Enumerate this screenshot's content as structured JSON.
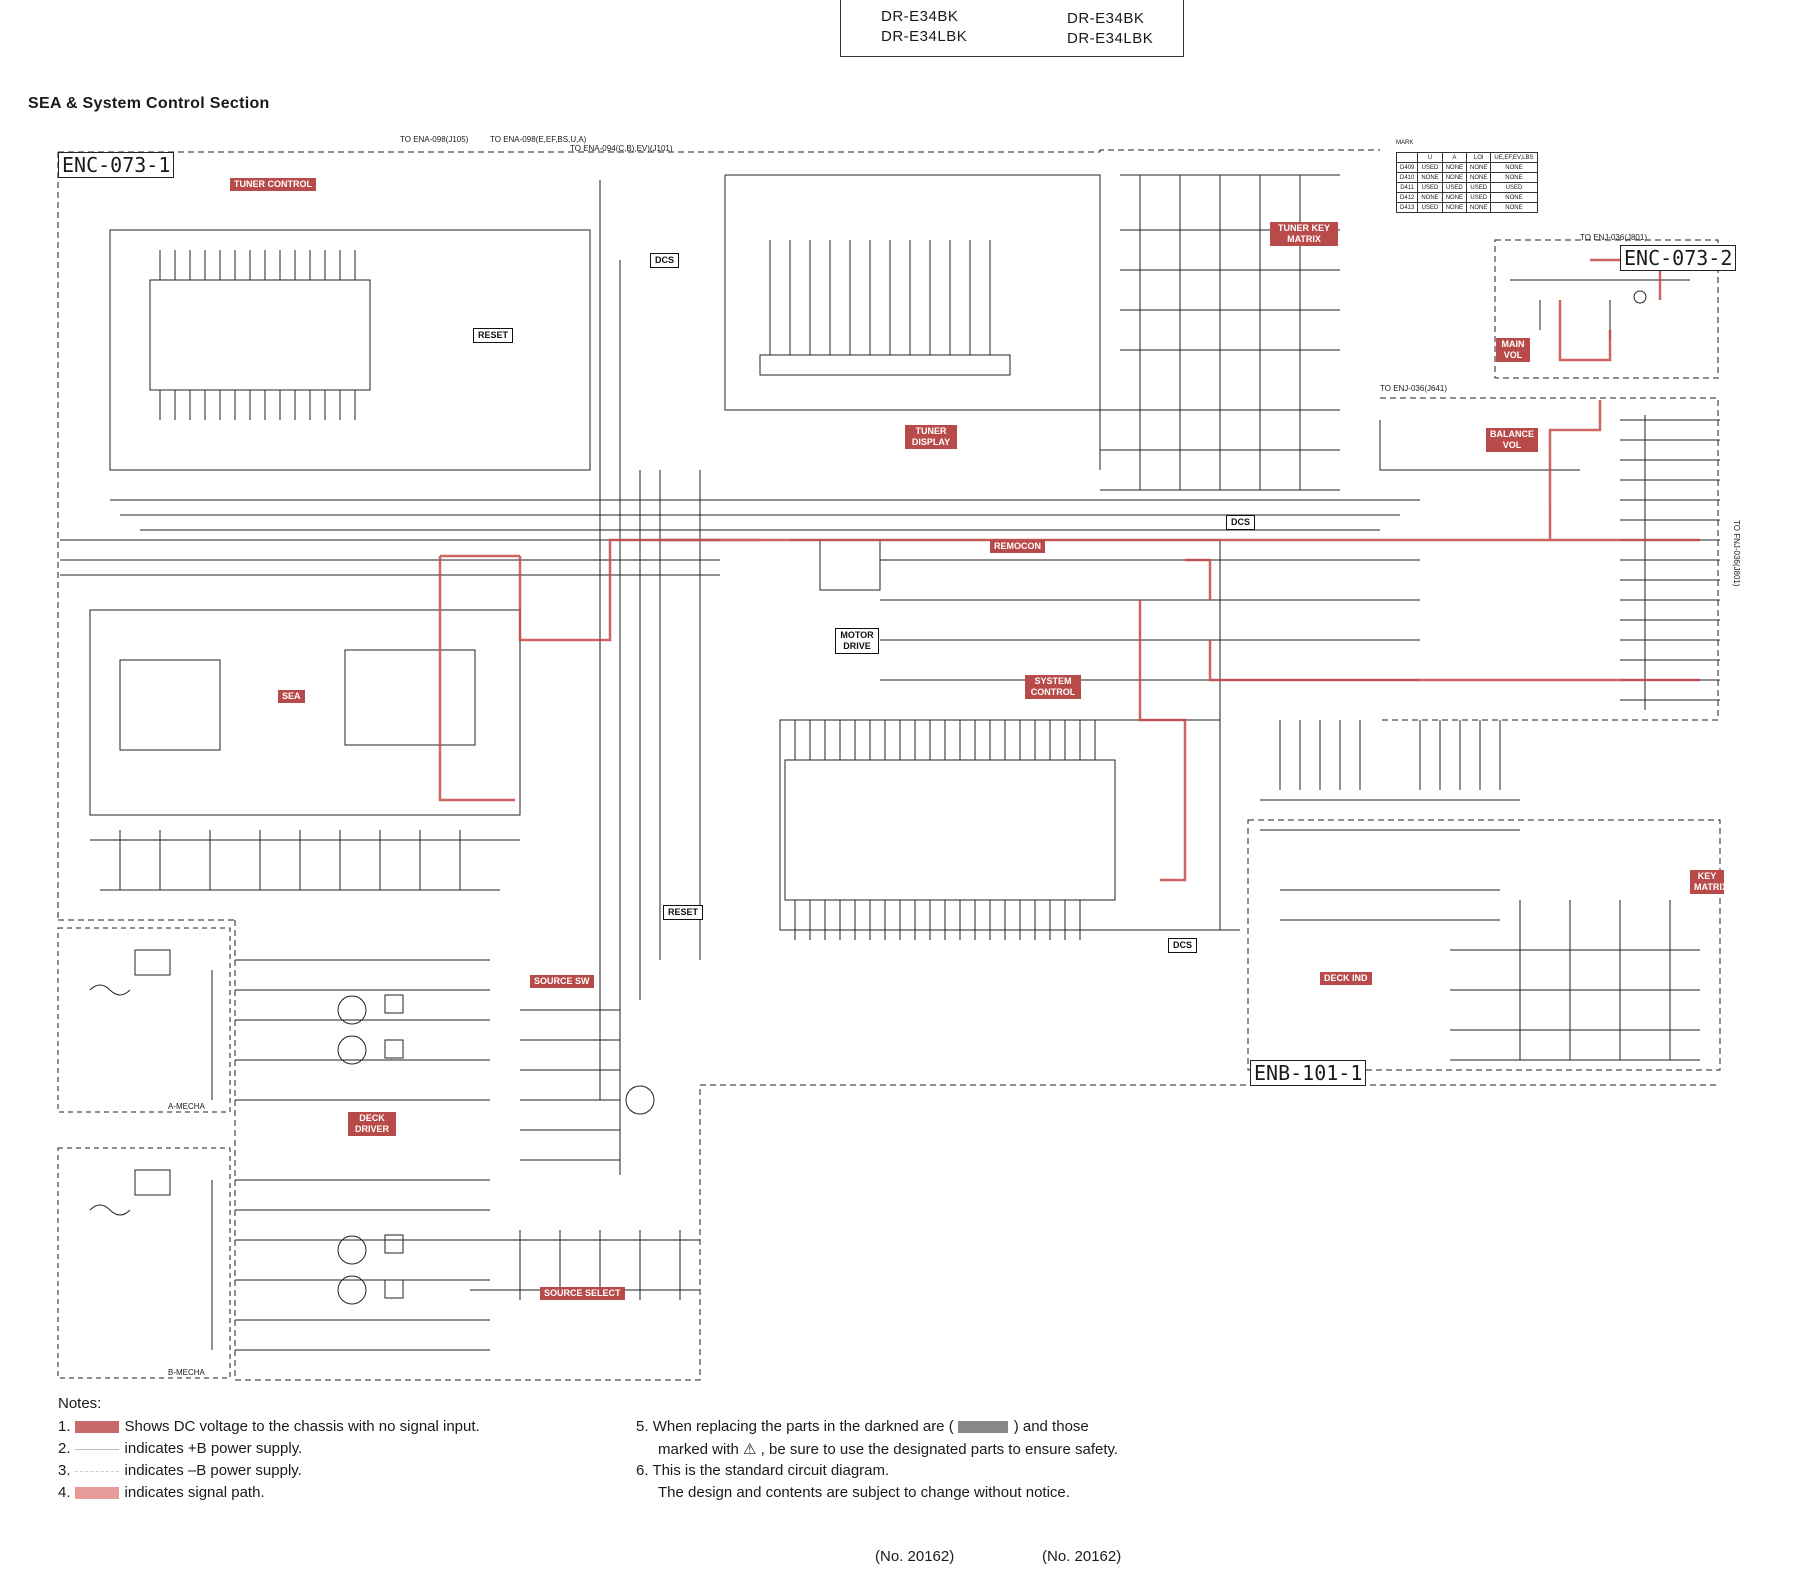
{
  "header": {
    "models_left": [
      "DR-E34BK",
      "DR-E34LBK"
    ],
    "models_right": [
      "DR-E34BK",
      "DR-E34LBK"
    ]
  },
  "section_title": "SEA & System Control Section",
  "boards": {
    "enc_073_1": "ENC-073-1",
    "enc_073_2": "ENC-073-2",
    "enb_101_1": "ENB-101-1"
  },
  "block_tags": {
    "tuner_control": "TUNER CONTROL",
    "tuner_key_matrix": "TUNER KEY MATRIX",
    "tuner_display": "TUNER DISPLAY",
    "reset_1": "RESET",
    "reset_2": "RESET",
    "remocon": "REMOCON",
    "motor_drive": "MOTOR DRIVE",
    "system_control": "SYSTEM CONTROL",
    "sea": "SEA",
    "deck_driver": "DECK DRIVER",
    "source_sw": "SOURCE SW",
    "source_select": "SOURCE SELECT",
    "main_vol": "MAIN VOL",
    "balance_vol": "BALANCE VOL",
    "deck_ind": "DECK IND",
    "dcs_1": "DCS",
    "dcs_2": "DCS",
    "dcs_3": "DCS",
    "key_matrix": "KEY MATRIX"
  },
  "connector_labels": {
    "to_ena_1": "TO ENA-098(J105)",
    "to_ena_2": "TO ENA-098(E,EF,BS,U,A)",
    "to_ena_3": "TO ENA-094(C,B),EV)(J101)",
    "to_enj_1": "TO ENJ-036(J801)",
    "to_enj_2": "TO ENJ-036(J641)",
    "to_fnj": "TO FNJ-036(J801)"
  },
  "mechas": {
    "a": "A-MECHA",
    "b": "B-MECHA"
  },
  "mark_table": {
    "header": [
      "",
      "U",
      "A",
      "LOI",
      "UE,EF,EV,LBS"
    ],
    "rows": [
      [
        "D409",
        "USED",
        "NONE",
        "NONE",
        "NONE"
      ],
      [
        "D410",
        "NONE",
        "NONE",
        "NONE",
        "NONE"
      ],
      [
        "D411",
        "USED",
        "USED",
        "USED",
        "USED"
      ],
      [
        "D412",
        "NONE",
        "NONE",
        "USED",
        "NONE"
      ],
      [
        "D413",
        "USED",
        "NONE",
        "NONE",
        "NONE"
      ]
    ],
    "title": "MARK"
  },
  "notes": {
    "heading": "Notes:",
    "n1": "Shows DC voltage to the chassis with no signal input.",
    "n2": "indicates +B power supply.",
    "n3": "indicates –B power supply.",
    "n4": "indicates signal path.",
    "n5a": "When replacing the parts in the darkned are (",
    "n5b": ") and those",
    "n5c": "marked with ⚠ , be sure to use the designated parts to ensure safety.",
    "n6a": "This is the standard circuit diagram.",
    "n6b": "The design and contents are subject to change without notice.",
    "num1": "1.",
    "num2": "2.",
    "num3": "3.",
    "num4": "4.",
    "num5": "5.",
    "num6": "6."
  },
  "footer": {
    "left": "(No. 20162)",
    "right": "(No. 20162)"
  }
}
